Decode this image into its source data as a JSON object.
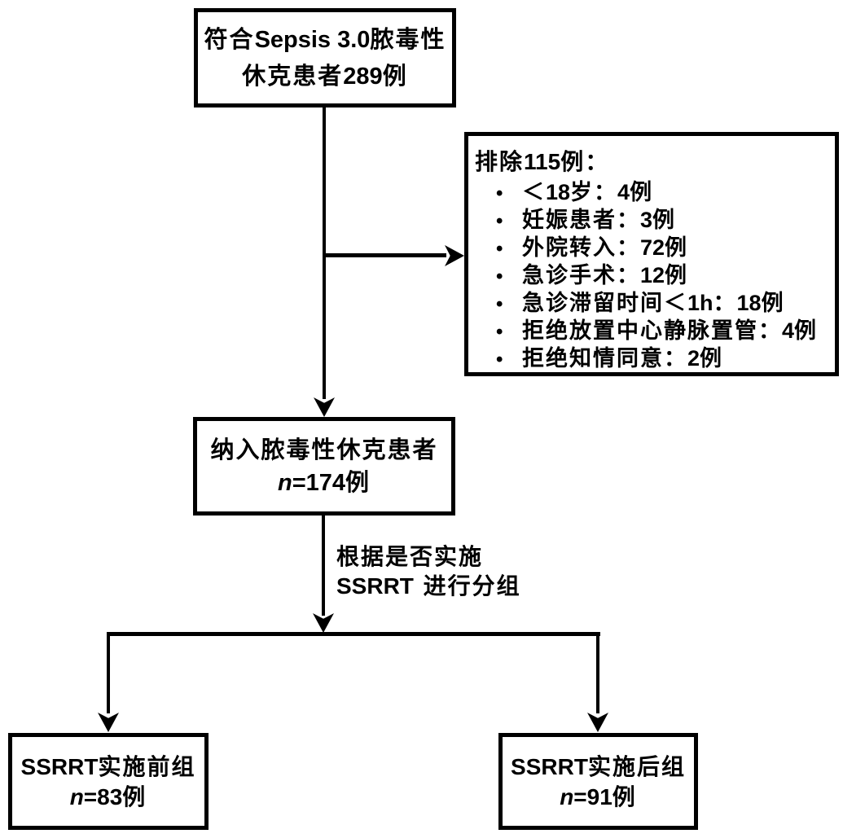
{
  "colors": {
    "ink": "#000000",
    "paper": "#ffffff"
  },
  "bullet_char": "•",
  "boxes": {
    "eligible": {
      "lines": [
        [
          {
            "t": "符合"
          },
          {
            "t": "Sepsis 3.0",
            "s": "lat"
          },
          {
            "t": "脓毒性"
          }
        ],
        [
          {
            "t": "休克患者"
          },
          {
            "t": "289",
            "s": "lat"
          },
          {
            "t": "例"
          }
        ]
      ]
    },
    "excluded": {
      "title_segs": [
        {
          "t": "排除"
        },
        {
          "t": "115",
          "s": "lat"
        },
        {
          "t": "例："
        }
      ],
      "bullets": [
        [
          {
            "t": "＜"
          },
          {
            "t": "18",
            "s": "lat"
          },
          {
            "t": "岁："
          },
          {
            "t": "4",
            "s": "lat"
          },
          {
            "t": "例"
          }
        ],
        [
          {
            "t": "妊娠患者："
          },
          {
            "t": "3",
            "s": "lat"
          },
          {
            "t": "例"
          }
        ],
        [
          {
            "t": "外院转入："
          },
          {
            "t": "72",
            "s": "lat"
          },
          {
            "t": "例"
          }
        ],
        [
          {
            "t": "急诊手术："
          },
          {
            "t": "12",
            "s": "lat"
          },
          {
            "t": "例"
          }
        ],
        [
          {
            "t": "急诊滞留时间＜"
          },
          {
            "t": "1h",
            "s": "lat"
          },
          {
            "t": "："
          },
          {
            "t": "18",
            "s": "lat"
          },
          {
            "t": "例"
          }
        ],
        [
          {
            "t": "拒绝放置中心静脉置管："
          },
          {
            "t": "4",
            "s": "lat"
          },
          {
            "t": "例"
          }
        ],
        [
          {
            "t": "拒绝知情同意："
          },
          {
            "t": "2",
            "s": "lat"
          },
          {
            "t": "例"
          }
        ]
      ]
    },
    "included": {
      "lines": [
        [
          {
            "t": "纳入脓毒性休克患者"
          }
        ],
        [
          {
            "t": "n",
            "s": "nit"
          },
          {
            "t": "=174",
            "s": "lat"
          },
          {
            "t": "例"
          }
        ]
      ]
    },
    "pre_group": {
      "lines": [
        [
          {
            "t": "SSRRT",
            "s": "lat"
          },
          {
            "t": "实施前组"
          }
        ],
        [
          {
            "t": "n",
            "s": "nit"
          },
          {
            "t": "=83",
            "s": "lat"
          },
          {
            "t": "例"
          }
        ]
      ]
    },
    "post_group": {
      "lines": [
        [
          {
            "t": "SSRRT",
            "s": "lat"
          },
          {
            "t": "实施后组"
          }
        ],
        [
          {
            "t": "n",
            "s": "nit"
          },
          {
            "t": "=91",
            "s": "lat"
          },
          {
            "t": "例"
          }
        ]
      ]
    }
  },
  "branch_label": {
    "lines": [
      [
        {
          "t": "根据是否实施"
        }
      ],
      [
        {
          "t": "SSRRT",
          "s": "lat"
        },
        {
          "t": " 进行分组"
        }
      ]
    ]
  }
}
